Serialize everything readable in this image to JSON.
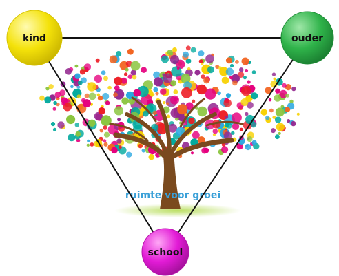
{
  "diagram": {
    "slogan": "ruimte voor groei",
    "nodes": [
      {
        "id": "kind",
        "label": "kind",
        "color": "#f4e20a"
      },
      {
        "id": "ouder",
        "label": "ouder",
        "color": "#2fb34a"
      },
      {
        "id": "school",
        "label": "school",
        "color": "#e21bd6"
      }
    ],
    "edges": [
      {
        "from": "kind",
        "to": "ouder"
      },
      {
        "from": "kind",
        "to": "school"
      },
      {
        "from": "ouder",
        "to": "school"
      }
    ],
    "tree": {
      "trunk_color": "#7a4a1e",
      "ground_color": "#9ccc4a",
      "leaf_palette": [
        "#e5007e",
        "#f7d100",
        "#2aa8e0",
        "#8bc53f",
        "#f26522",
        "#93278f",
        "#00a99d",
        "#ed1c24"
      ]
    }
  }
}
